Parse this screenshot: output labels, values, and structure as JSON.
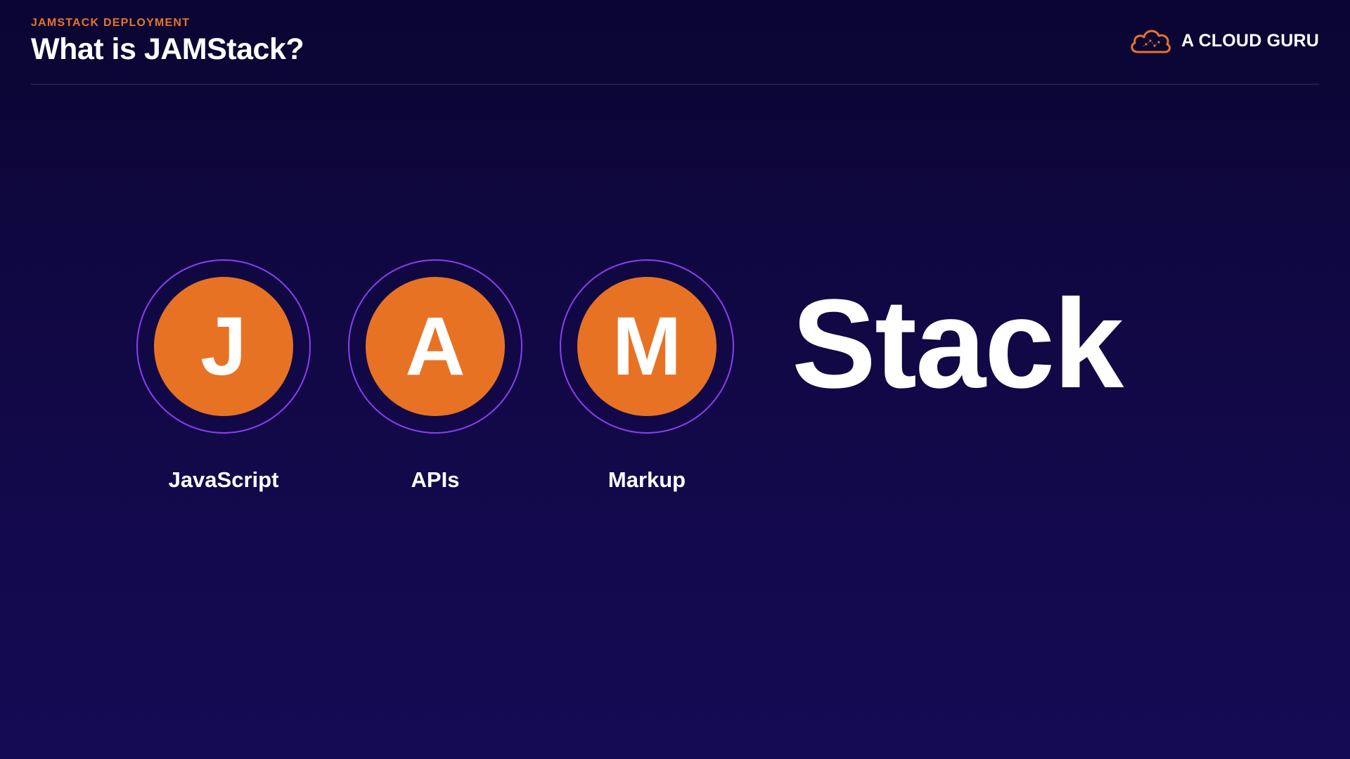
{
  "header": {
    "eyebrow": "JAMSTACK DEPLOYMENT",
    "title": "What is JAMStack?"
  },
  "brand": {
    "name": "A CLOUD GURU",
    "logo_icon": "cloud-icon",
    "accent": "#e8732a"
  },
  "jam": {
    "items": [
      {
        "letter": "J",
        "label": "JavaScript"
      },
      {
        "letter": "A",
        "label": "APIs"
      },
      {
        "letter": "M",
        "label": "Markup"
      }
    ],
    "suffix": "Stack"
  },
  "colors": {
    "background": "#110845",
    "disc": "#e87224",
    "ring": "#8a3ff0",
    "text": "#ffffff"
  }
}
